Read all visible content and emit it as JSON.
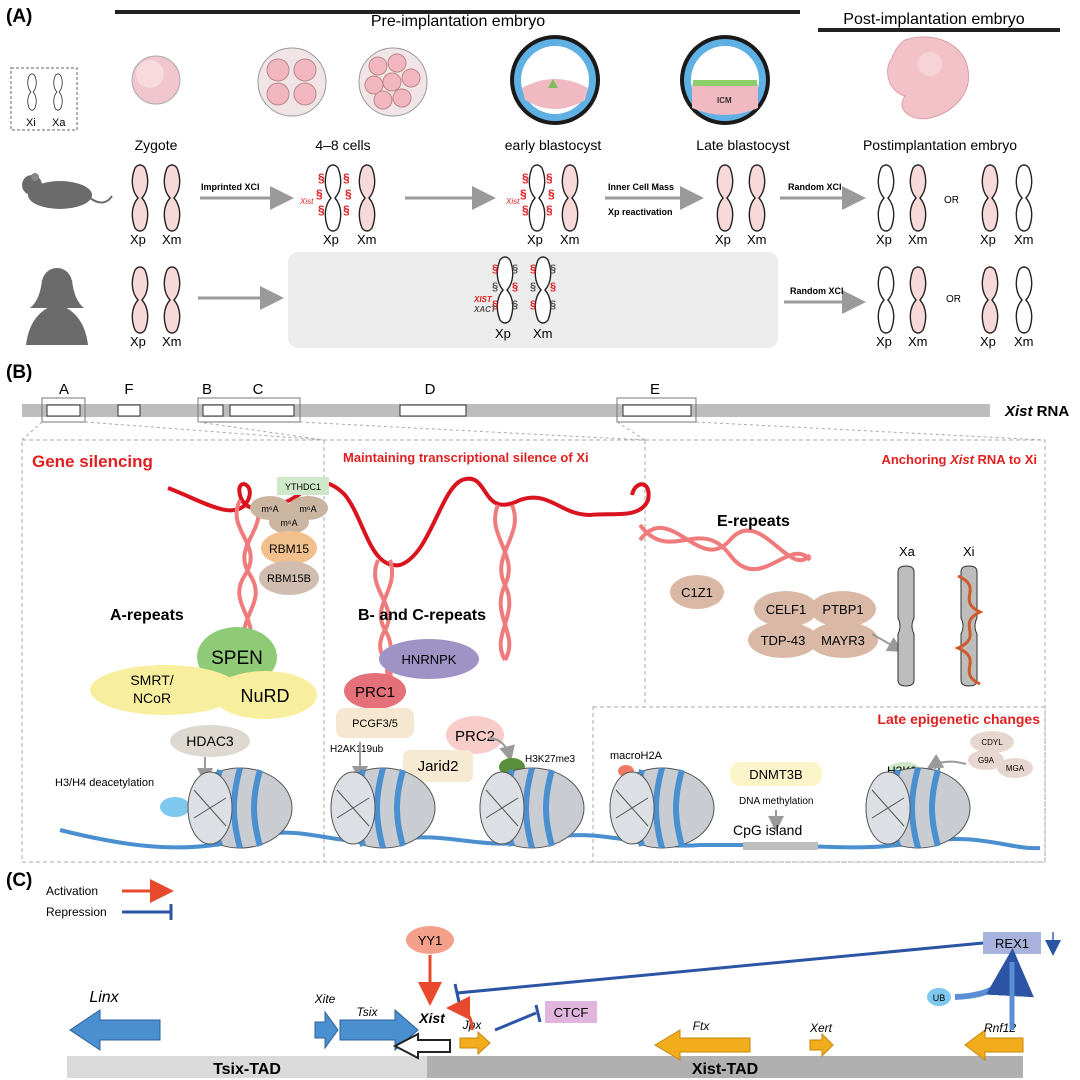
{
  "panelA": {
    "label": "(A)",
    "pre_title": "Pre-implantation embryo",
    "post_title": "Post-implantation embryo",
    "legend": {
      "xi": "Xi",
      "xa": "Xa"
    },
    "stages": [
      "Zygote",
      "4–8 cells",
      "early blastocyst",
      "Late blastocyst",
      "Postimplantation embryo"
    ],
    "icm": "ICM",
    "mouse": {
      "arrow1": "Imprinted XCI",
      "xist": "Xist",
      "arrow3a": "Inner Cell Mass",
      "arrow3b": "Xp reactivation",
      "arrow4": "Random XCI",
      "or": "OR"
    },
    "human": {
      "xist": "XIST",
      "xact": "XACT",
      "arrow": "Random XCI",
      "or": "OR"
    },
    "chrom": {
      "xp": "Xp",
      "xm": "Xm"
    },
    "colors": {
      "chrom_fill": "#f8d9d9",
      "red": "#e02020",
      "arrow": "#9a9a9a"
    }
  },
  "panelB": {
    "label": "(B)",
    "repeats": [
      "A",
      "F",
      "B",
      "C",
      "D",
      "E"
    ],
    "rna_label": "Xist",
    "rna_suffix": " RNA",
    "sections": {
      "silencing": "Gene silencing",
      "maintaining": "Maintaining transcriptional silence of Xi",
      "anchoring_pre": "Anchoring ",
      "anchoring_em": "Xist",
      "anchoring_post": " RNA to Xi",
      "late": "Late epigenetic changes"
    },
    "a_block": {
      "title": "A-repeats",
      "ythdc1": "YTHDC1",
      "m6a": "m⁶A",
      "rbm15": "RBM15",
      "rbm15b": "RBM15B",
      "spen": "SPEN",
      "smrt1": "SMRT/",
      "smrt2": "NCoR",
      "nurd": "NuRD",
      "hdac3": "HDAC3",
      "deacet": "H3/H4 deacetylation"
    },
    "bc_block": {
      "title": "B- and C-repeats",
      "hnrnpk": "HNRNPK",
      "prc1": "PRC1",
      "pcgf": "PCGF3/5",
      "h2ak": "H2AK119ub",
      "prc2": "PRC2",
      "jarid2": "Jarid2",
      "h3k27": "H3K27me3"
    },
    "e_block": {
      "title": "E-repeats",
      "c1z1": "C1Z1",
      "celf1": "CELF1",
      "ptbp1": "PTBP1",
      "tdp43": "TDP-43",
      "mayr3": "MAYR3",
      "xa": "Xa",
      "xi": "Xi"
    },
    "late_block": {
      "macroh2a": "macroH2A",
      "dnmt3b": "DNMT3B",
      "dnameth": "DNA methylation",
      "cpg": "CpG island",
      "h3k9": "H3K9me2",
      "cdyl": "CDYL",
      "g9a": "G9A",
      "mga": "MGA"
    },
    "colors": {
      "rna_red": "#d9141e",
      "dna_blue": "#4a8fd0",
      "nucleosome": "#c9cdd2"
    }
  },
  "panelC": {
    "label": "(C)",
    "legend": {
      "activation": "Activation",
      "repression": "Repression"
    },
    "genes": {
      "linx": "Linx",
      "xite": "Xite",
      "tsix": "Tsix",
      "xist": "Xist",
      "jpx": "Jpx",
      "ftx": "Ftx",
      "xert": "Xert",
      "rnf12": "Rnf12"
    },
    "factors": {
      "yy1": "YY1",
      "ctcf": "CTCF",
      "rex1": "REX1",
      "ub": "UB"
    },
    "tads": {
      "tsix": "Tsix-TAD",
      "xist": "Xist-TAD"
    },
    "colors": {
      "activation": "#e8482c",
      "repression": "#2b55a4",
      "blue_gene": "#4a8fd0",
      "orange_gene": "#f2ad1c"
    }
  }
}
